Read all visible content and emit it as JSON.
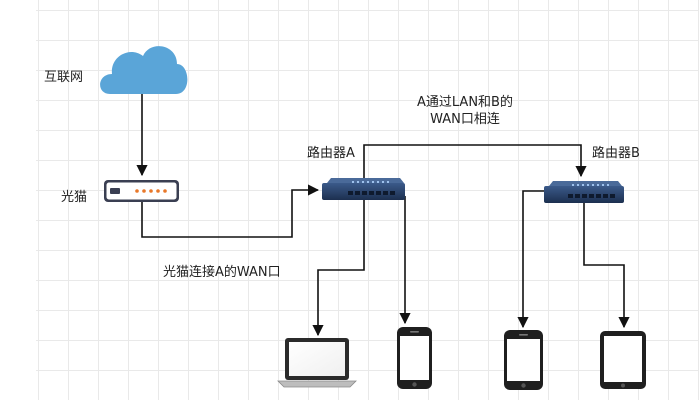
{
  "labels": {
    "internet": "互联网",
    "modem": "光猫",
    "router_a": "路由器A",
    "router_b": "路由器B",
    "modem_link": "光猫连接A的WAN口",
    "ab_link_line1": "A通过LAN和B的",
    "ab_link_line2": "WAN口相连"
  },
  "colors": {
    "cloud": "#5aa5d8",
    "router": "#243a5e",
    "modem_body": "#3a3f52",
    "modem_led": "#e8782a",
    "connector": "#111111"
  },
  "icons": {
    "internet": "cloud-icon",
    "modem": "modem-icon",
    "router_a": "router-icon",
    "router_b": "router-icon",
    "devices": [
      "laptop-icon",
      "phone-icon",
      "phone-icon",
      "tablet-icon"
    ]
  }
}
